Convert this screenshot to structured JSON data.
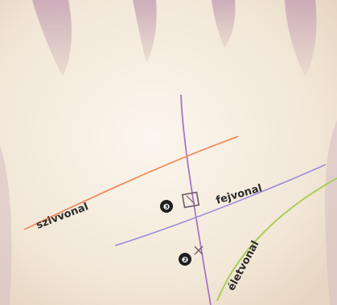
{
  "labels": {
    "heart_line": "szivvonal",
    "head_line": "fejvonal",
    "life_line": "életvonal"
  },
  "markers": {
    "first": "❸",
    "second": "❷"
  },
  "colors": {
    "skin": "#f6efe3",
    "finger_shadow": "#c9a7b8",
    "heart_line": "#f08c5a",
    "head_line": "#9b8ed8",
    "life_line": "#a9cf5a",
    "vertical_line": "#a576c8",
    "text": "#2b2b2b"
  }
}
